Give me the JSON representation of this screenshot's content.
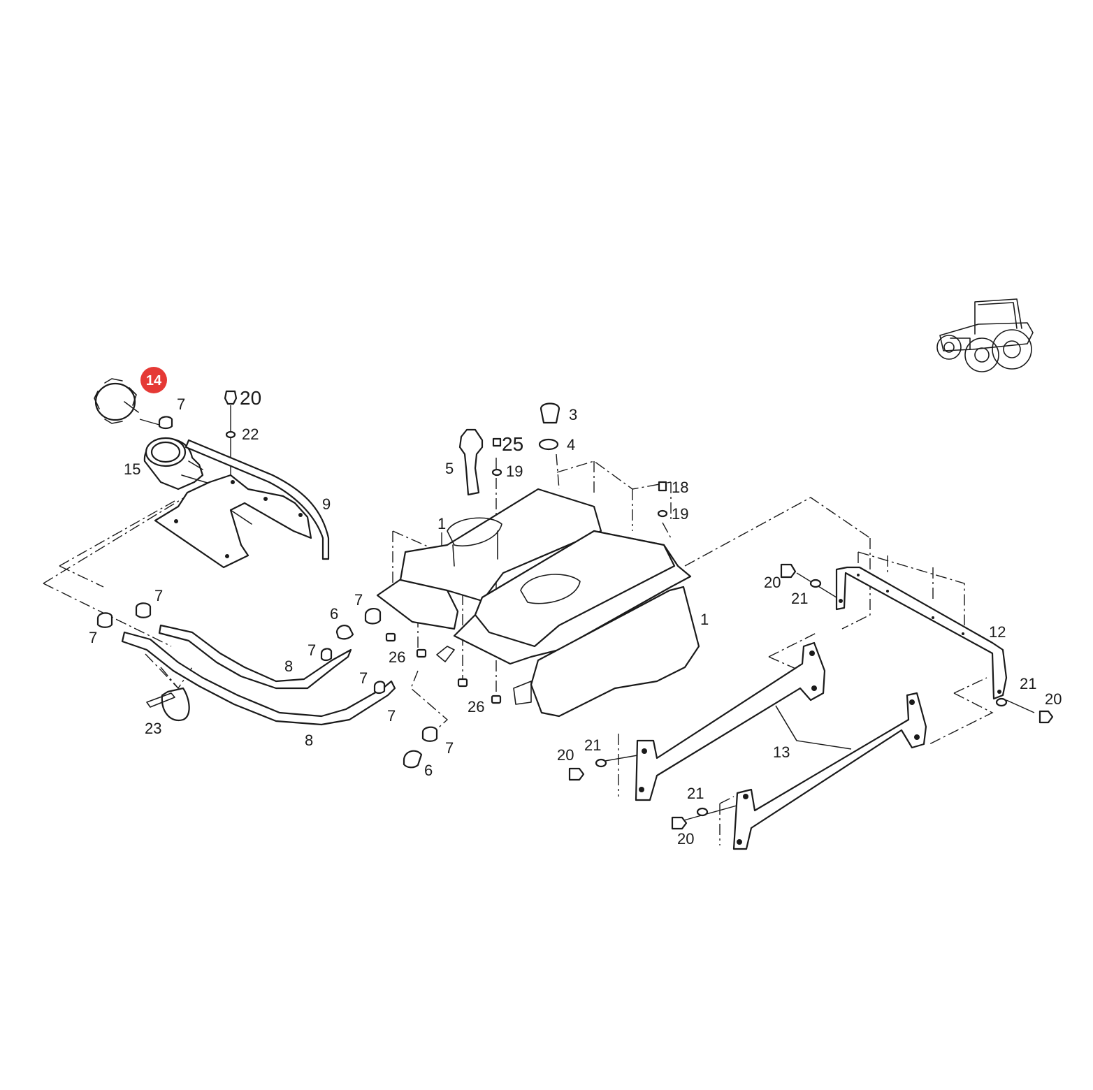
{
  "diagram": {
    "highlight": {
      "label": "14",
      "color": "#e53935"
    },
    "callouts": {
      "c1a": "1",
      "c1b": "1",
      "c3": "3",
      "c4": "4",
      "c5": "5",
      "c6a": "6",
      "c6b": "6",
      "c7a": "7",
      "c7b": "7",
      "c7c": "7",
      "c7d": "7",
      "c7e": "7",
      "c7f": "7",
      "c7g": "7",
      "c7h": "7",
      "c8a": "8",
      "c8b": "8",
      "c9": "9",
      "c12": "12",
      "c13": "13",
      "c15": "15",
      "c18": "18",
      "c19a": "19",
      "c19b": "19",
      "c20a": "20",
      "c20b": "20",
      "c20c": "20",
      "c20d": "20",
      "c20e": "20",
      "c21a": "21",
      "c21b": "21",
      "c21c": "21",
      "c21d": "21",
      "c22": "22",
      "c23": "23",
      "c25": "25",
      "c26a": "26",
      "c26b": "26"
    },
    "icon": "tractor-icon"
  }
}
